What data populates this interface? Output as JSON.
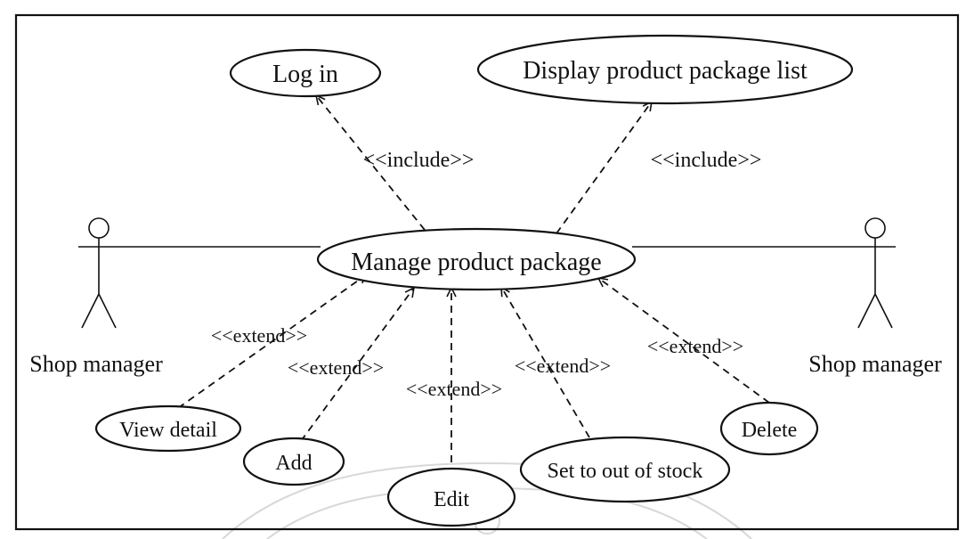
{
  "diagram": {
    "use_cases": {
      "login": "Log  in",
      "display_list": "Display  product  package list",
      "manage": "Manage  product  package",
      "view_detail": "View detail",
      "add": "Add",
      "edit": "Edit",
      "set_out_of_stock": "Set to out of stock",
      "delete": "Delete"
    },
    "relations": {
      "include_login": "<<include>>",
      "include_display": "<<include>>",
      "extend_view_detail": "<<extend>>",
      "extend_add": "<<extend>>",
      "extend_edit": "<<extend>>",
      "extend_set_out_of_stock": "<<extend>>",
      "extend_delete": "<<extend>>"
    },
    "actors": {
      "left": "Shop  manager",
      "right": "Shop  manager"
    }
  }
}
